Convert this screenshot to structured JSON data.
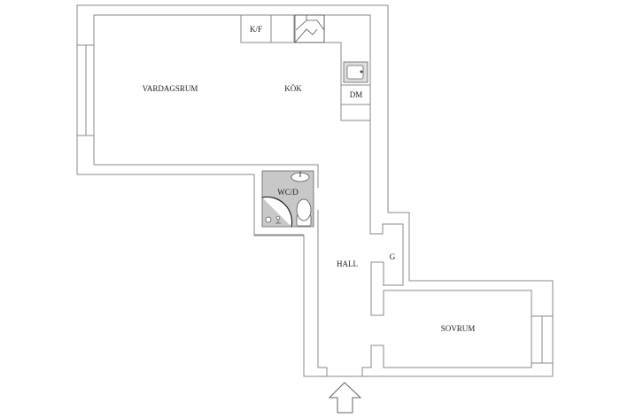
{
  "plan": {
    "rooms": {
      "living": "VARDAGSRUM",
      "kitchen": "KÖK",
      "fridge_freezer": "K/F",
      "dishwasher": "DM",
      "bathroom": "WC/D",
      "hall": "HALL",
      "wardrobe": "G",
      "bedroom": "SOVRUM"
    },
    "colors": {
      "wall": "#8a8a8a",
      "bathroom_fill": "#c8c8c8"
    },
    "icons": [
      "entrance-arrow-icon",
      "sink-icon",
      "toilet-icon",
      "washbasin-icon",
      "stove-hood-icon"
    ]
  }
}
